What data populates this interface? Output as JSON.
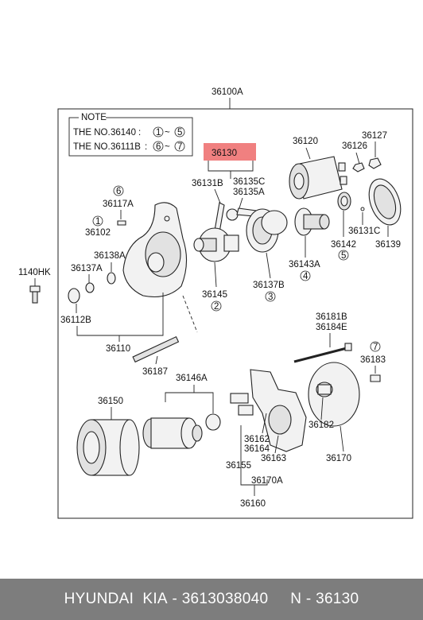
{
  "diagram": {
    "assembly_label": "36100A",
    "note": {
      "title": "NOTE",
      "line1_prefix": "THE NO.",
      "line1_part": "36140",
      "line1_sep": " : ",
      "line1_from": "1",
      "line1_to": "5",
      "line2_prefix": "THE NO.",
      "line2_part": "36111B",
      "line2_sep": ": ",
      "line2_from": "6",
      "line2_to": "7",
      "range_sep": "~"
    },
    "highlight": {
      "label": "36130",
      "color": "#f08080"
    },
    "part_labels": {
      "p36131B": "36131B",
      "p36135C": "36135C",
      "p36135A": "36135A",
      "p36120": "36120",
      "p36126": "36126",
      "p36127": "36127",
      "p36117A": "36117A",
      "p36102": "36102",
      "p36138A": "36138A",
      "p36137A": "36137A",
      "p1140HK": "1140HK",
      "p36112B": "36112B",
      "p36110": "36110",
      "p36145": "36145",
      "p36137B": "36137B",
      "p36143A": "36143A",
      "p36142": "36142",
      "p36131C": "36131C",
      "p36139": "36139",
      "p36181B": "36181B",
      "p36184E": "36184E",
      "p36183": "36183",
      "p36187": "36187",
      "p36146A": "36146A",
      "p36150": "36150",
      "p36162": "36162",
      "p36164": "36164",
      "p36163": "36163",
      "p36155": "36155",
      "p36182": "36182",
      "p36170A": "36170A",
      "p36170": "36170",
      "p36160": "36160"
    },
    "circled": {
      "c1": "1",
      "c2": "2",
      "c3": "3",
      "c4": "4",
      "c5": "5",
      "c6": "6",
      "c7": "7"
    }
  },
  "footer": {
    "brand": "HYUNDAI  KIA",
    "dash1": " - ",
    "oem": "3613038040",
    "spacer": "     ",
    "code": "N - 36130"
  }
}
